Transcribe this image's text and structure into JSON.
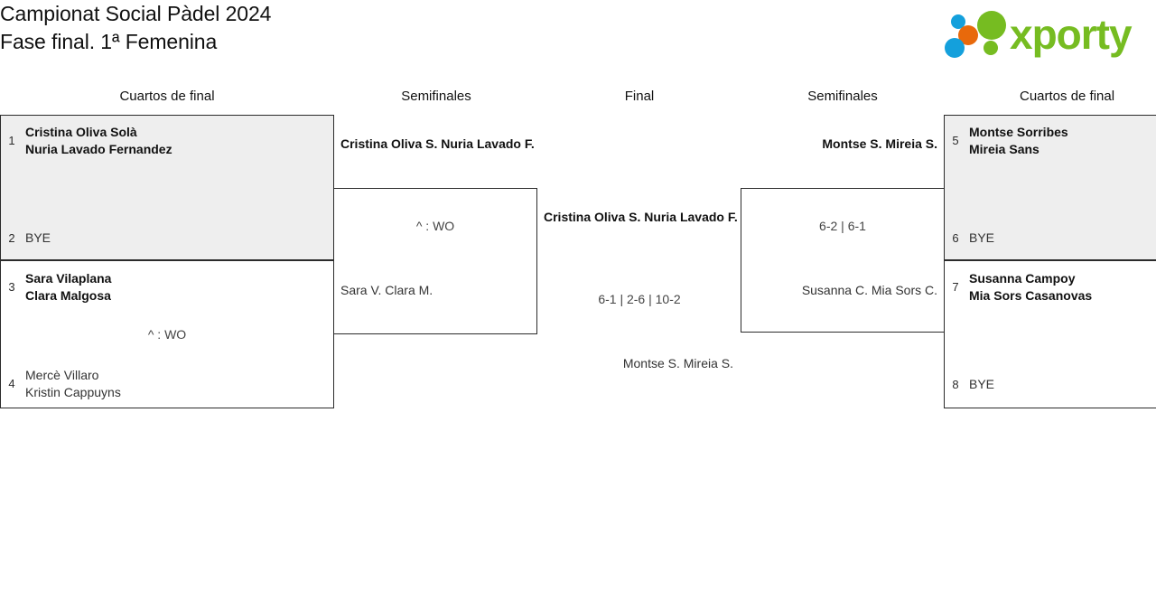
{
  "header": {
    "title_line1": "Campionat Social Pàdel 2024",
    "title_line2": "Fase final. 1ª Femenina",
    "logo_text": "xporty",
    "logo_colors": {
      "green": "#76bc21",
      "orange": "#e8690b",
      "blue": "#14a0dc"
    }
  },
  "rounds": [
    {
      "id": "qf-left",
      "label": "Cuartos de final"
    },
    {
      "id": "sf-left",
      "label": "Semifinales"
    },
    {
      "id": "final",
      "label": "Final"
    },
    {
      "id": "sf-right",
      "label": "Semifinales"
    },
    {
      "id": "qf-right",
      "label": "Cuartos de final"
    }
  ],
  "bracket": {
    "quarterfinals_left": [
      {
        "id": "qf1",
        "shaded": true,
        "top": {
          "seed": "1",
          "players": [
            "Cristina Oliva Solà",
            "Nuria Lavado Fernandez"
          ],
          "status": "winner"
        },
        "bottom": {
          "seed": "2",
          "players": [
            "BYE"
          ],
          "status": "bye"
        },
        "score": ""
      },
      {
        "id": "qf2",
        "shaded": false,
        "top": {
          "seed": "3",
          "players": [
            "Sara Vilaplana",
            "Clara Malgosa"
          ],
          "status": "winner"
        },
        "bottom": {
          "seed": "4",
          "players": [
            "Mercè Villaro",
            "Kristin Cappuyns"
          ],
          "status": "loser"
        },
        "score": "^ : WO"
      }
    ],
    "quarterfinals_right": [
      {
        "id": "qf3",
        "shaded": true,
        "top": {
          "seed": "5",
          "players": [
            "Montse Sorribes",
            "Mireia Sans"
          ],
          "status": "winner"
        },
        "bottom": {
          "seed": "6",
          "players": [
            "BYE"
          ],
          "status": "bye"
        },
        "score": ""
      },
      {
        "id": "qf4",
        "shaded": false,
        "top": {
          "seed": "7",
          "players": [
            "Susanna Campoy",
            "Mia Sors Casanovas"
          ],
          "status": "winner"
        },
        "bottom": {
          "seed": "8",
          "players": [
            "BYE"
          ],
          "status": "bye"
        },
        "score": ""
      }
    ],
    "semifinal_left": {
      "id": "sf1",
      "top": {
        "players": [
          "Cristina Oliva S.",
          "Nuria Lavado F."
        ],
        "status": "winner"
      },
      "bottom": {
        "players": [
          "Sara V.",
          "Clara M."
        ],
        "status": "loser"
      },
      "score": "^ : WO"
    },
    "semifinal_right": {
      "id": "sf2",
      "top": {
        "players": [
          "Montse S.",
          "Mireia S."
        ],
        "status": "winner"
      },
      "bottom": {
        "players": [
          "Susanna C.",
          "Mia Sors C."
        ],
        "status": "loser"
      },
      "score": "6-2 | 6-1"
    },
    "final": {
      "id": "final",
      "top": {
        "players": [
          "Cristina Oliva S.",
          "Nuria Lavado F."
        ],
        "status": "winner"
      },
      "bottom": {
        "players": [
          "Montse S.",
          "Mireia S."
        ],
        "status": "loser"
      },
      "score": "6-1 | 2-6 | 10-2"
    }
  }
}
